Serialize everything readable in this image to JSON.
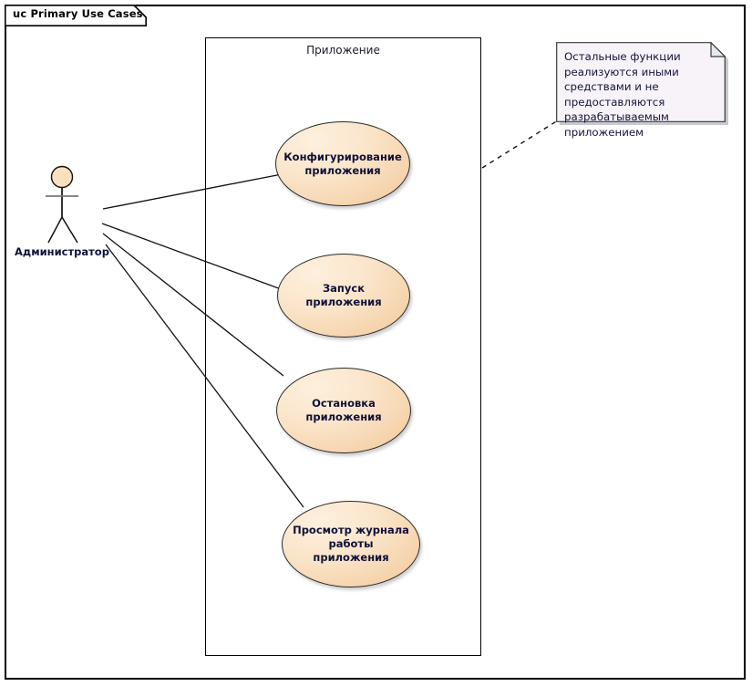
{
  "diagram": {
    "frame_title": "uc Primary Use Cases",
    "kind": "uml-use-case-diagram",
    "system_boundary_label": "Приложение"
  },
  "actor": {
    "name": "Администратор",
    "icon": "stick-figure-actor-icon"
  },
  "use_cases": [
    {
      "id": "uc-0",
      "label": "Конфигурирование\nприложения"
    },
    {
      "id": "uc-1",
      "label": "Запуск приложения"
    },
    {
      "id": "uc-2",
      "label": "Остановка\nприложения"
    },
    {
      "id": "uc-3",
      "label": "Просмотр журнала\nработы приложения"
    }
  ],
  "note": {
    "text": "Остальные функции реализуются иными средствами и не предоставляются разрабатываемым приложением",
    "anchor_style": "dashed"
  },
  "associations": [
    {
      "from": "Администратор",
      "to": "Конфигурирование приложения"
    },
    {
      "from": "Администратор",
      "to": "Запуск приложения"
    },
    {
      "from": "Администратор",
      "to": "Остановка приложения"
    },
    {
      "from": "Администратор",
      "to": "Просмотр журнала работы приложения"
    }
  ],
  "colors": {
    "usecase_fill_light": "#fdf0dd",
    "usecase_fill_dark": "#f0c894",
    "stroke": "#000000",
    "note_fill": "#f7f2f7",
    "text": "#101038",
    "canvas": "#ffffff"
  }
}
